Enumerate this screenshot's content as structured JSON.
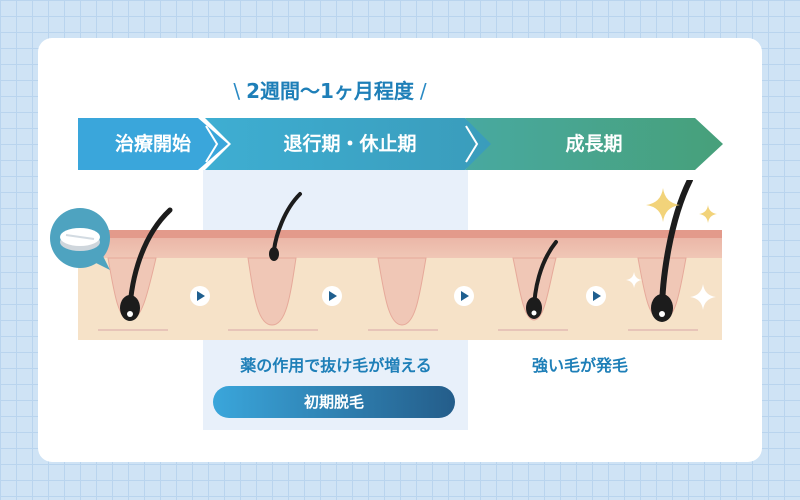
{
  "duration": {
    "text": "2週間〜1ヶ月程度",
    "slash_left": "\\",
    "slash_right": "/"
  },
  "stages": [
    {
      "label": "治療開始"
    },
    {
      "label": "退行期・休止期"
    },
    {
      "label": "成長期"
    }
  ],
  "captions": {
    "shedding_note": "薬の作用で抜け毛が増える",
    "shedding_badge": "初期脱毛",
    "growth_note": "強い毛が発毛"
  },
  "icons": [
    "pill-icon",
    "play-arrow-icon",
    "sparkle-icon"
  ],
  "colors": {
    "background": "#cfe3f5",
    "accent_blue": "#3aa6db",
    "accent_teal": "#3a9cbb",
    "accent_green": "#47a07a",
    "text_blue": "#1e7fb8",
    "skin": "#f6e2c8",
    "skin_surface": "#e8a598"
  }
}
